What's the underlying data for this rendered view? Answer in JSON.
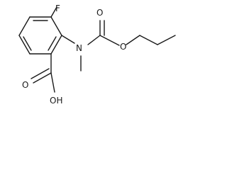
{
  "molecule": {
    "atoms": {
      "fluorine": "F",
      "nitrogen": "N",
      "carbonyl_oxygen": "O",
      "ester_oxygen": "O",
      "acid_carbonyl_oxygen": "O",
      "hydroxyl": "OH"
    }
  }
}
